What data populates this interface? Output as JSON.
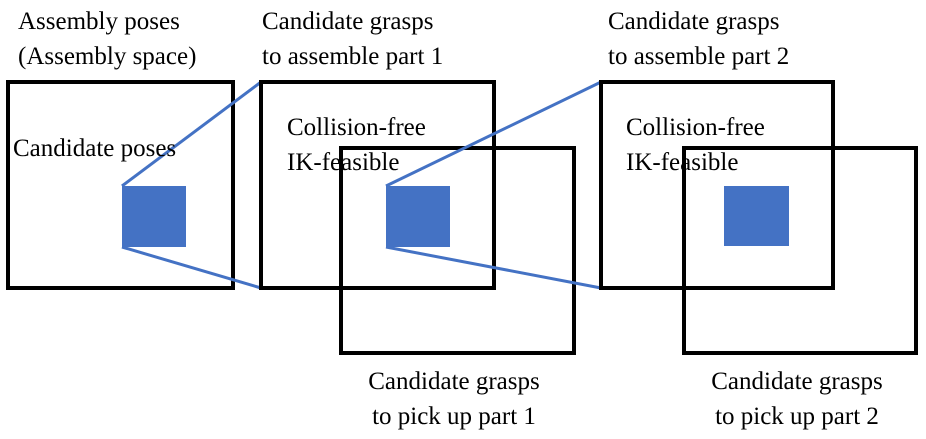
{
  "colors": {
    "accent": "#4472C4",
    "outline": "#000000",
    "background": "#FFFFFF"
  },
  "assembly": {
    "title_line1": "Assembly poses",
    "title_line2": "(Assembly space)",
    "inner_label": "Candidate poses"
  },
  "part1": {
    "assemble_line1": "Candidate grasps",
    "assemble_line2": "to assemble part 1",
    "filter_line1": "Collision-free",
    "filter_line2": "IK-feasible",
    "pickup_line1": "Candidate grasps",
    "pickup_line2": "to pick up part 1"
  },
  "part2": {
    "assemble_line1": "Candidate grasps",
    "assemble_line2": "to assemble part 2",
    "filter_line1": "Collision-free",
    "filter_line2": "IK-feasible",
    "pickup_line1": "Candidate grasps",
    "pickup_line2": "to pick up part 2"
  }
}
